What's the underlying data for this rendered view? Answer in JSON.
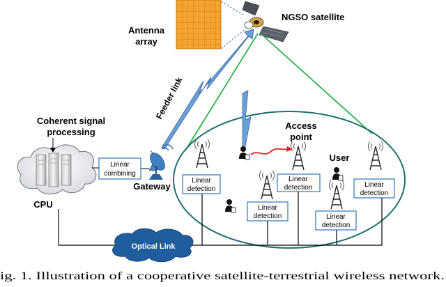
{
  "satellite": {
    "label": "NGSO satellite"
  },
  "antenna": {
    "label_line1": "Antenna",
    "label_line2": "array"
  },
  "feeder_link": {
    "label": "Feeder link"
  },
  "cpu": {
    "label": "CPU",
    "processing_line1": "Coherent signal",
    "processing_line2": "processing"
  },
  "combining": {
    "line1": "Linear",
    "line2": "combining"
  },
  "gateway": {
    "label": "Gateway"
  },
  "access_point": {
    "line1": "Access",
    "line2": "point"
  },
  "user": {
    "label": "User"
  },
  "detection_boxes": [
    {
      "line1": "Linear",
      "line2": "detection"
    },
    {
      "line1": "Linear",
      "line2": "detection"
    },
    {
      "line1": "Linear",
      "line2": "detection"
    },
    {
      "line1": "Linear",
      "line2": "detection"
    },
    {
      "line1": "Linear",
      "line2": "detection"
    }
  ],
  "optical_link": {
    "label": "Optical Link"
  },
  "caption": {
    "text": "ig. 1.  Illustration of a cooperative satellite-terrestrial wireless network."
  },
  "colors": {
    "coverage_ellipse": "#1f6f6f",
    "satellite_beam": "#2db14a",
    "feeder_bolt": "#3a6fb0",
    "interference_link": "#e02020",
    "antenna_array": "#f3a530",
    "optical_link_fill": "#1f5d9e",
    "box_border": "#2e74b5"
  }
}
